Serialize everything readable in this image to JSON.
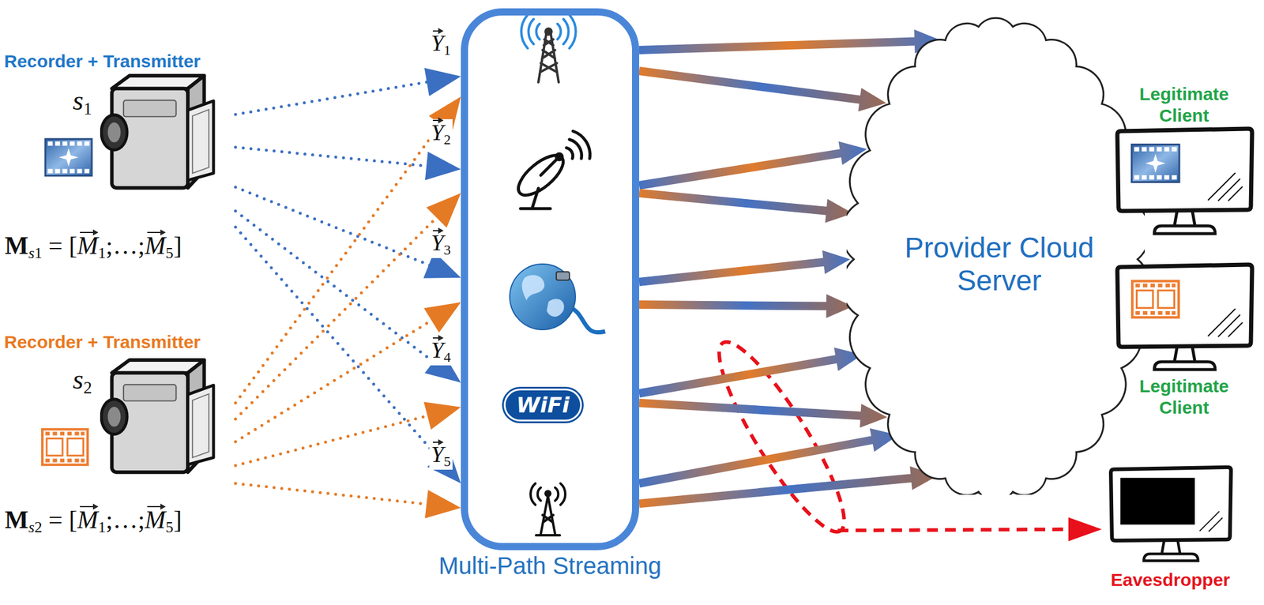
{
  "diagram": {
    "nodes": [
      {
        "text": [
          "Recorder + Transmitter",
          "s1"
        ]
      },
      {
        "text": [
          "Recorder + Transmitter",
          "s2"
        ]
      },
      {
        "text": [
          "Multi-Path Streaming"
        ]
      },
      {
        "text": [
          "Provider Cloud Server"
        ]
      },
      {
        "text": [
          "Legitimate Client"
        ]
      },
      {
        "text": [
          "Legitimate Client"
        ]
      },
      {
        "text": [
          "Eavesdropper"
        ]
      }
    ],
    "edges": [
      {
        "from": 0,
        "to": 2,
        "arrow": "to"
      },
      {
        "from": 0,
        "to": 2,
        "arrow": "to"
      },
      {
        "from": 0,
        "to": 2,
        "arrow": "to"
      },
      {
        "from": 0,
        "to": 2,
        "arrow": "to"
      },
      {
        "from": 0,
        "to": 2,
        "arrow": "to"
      },
      {
        "from": 1,
        "to": 2,
        "arrow": "to"
      },
      {
        "from": 1,
        "to": 2,
        "arrow": "to"
      },
      {
        "from": 1,
        "to": 2,
        "arrow": "to"
      },
      {
        "from": 1,
        "to": 2,
        "arrow": "to"
      },
      {
        "from": 1,
        "to": 2,
        "arrow": "to"
      },
      {
        "from": 2,
        "to": 3,
        "arrow": "to"
      },
      {
        "from": 2,
        "to": 3,
        "arrow": "to"
      },
      {
        "from": 2,
        "to": 3,
        "arrow": "to"
      },
      {
        "from": 2,
        "to": 3,
        "arrow": "to"
      },
      {
        "from": 2,
        "to": 3,
        "arrow": "to"
      },
      {
        "from": 2,
        "to": 3,
        "arrow": "to"
      },
      {
        "from": 2,
        "to": 3,
        "arrow": "to"
      },
      {
        "from": 2,
        "to": 3,
        "arrow": "to"
      },
      {
        "from": 2,
        "to": 3,
        "arrow": "to"
      },
      {
        "from": 2,
        "to": 3,
        "arrow": "to"
      }
    ],
    "labels": [
      "Ms1 = [M1;…;M5]",
      "Ms2 = [M1;…;M5]",
      "Y1",
      "Y2",
      "Y3",
      "Y4",
      "Y5",
      "WiFi"
    ]
  }
}
